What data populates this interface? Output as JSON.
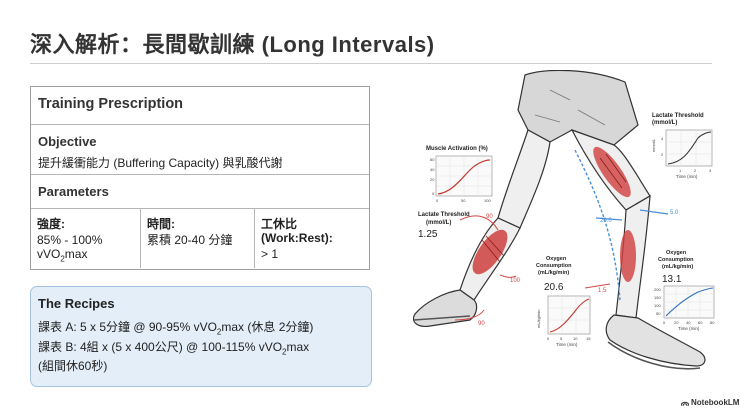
{
  "title": "深入解析：長間歇訓練 (Long Intervals)",
  "prescription": {
    "heading": "Training Prescription",
    "objective_label": "Objective",
    "objective_text": "提升緩衝能力 (Buffering Capacity) 與乳酸代謝",
    "parameters_label": "Parameters",
    "intensity_label": "強度:",
    "intensity_value_line1": "85% - 100%",
    "intensity_value_line2": "vVO",
    "intensity_value_sub": "2",
    "intensity_value_suffix": "max",
    "time_label": "時間:",
    "time_value": "累積 20-40 分鐘",
    "ratio_label_line1": "工休比",
    "ratio_label_line2": "(Work:Rest):",
    "ratio_value": "> 1"
  },
  "recipes": {
    "title": "The Recipes",
    "a_prefix": "課表 A: 5 x 5分鐘 @ 90-95% vVO",
    "a_sub": "2",
    "a_suffix": "max (休息 2分鐘)",
    "b_prefix": "課表 B: 4組 x (5 x 400公尺) @ 100-115% vVO",
    "b_sub": "2",
    "b_suffix": "max",
    "b_line2": "(組間休60秒)"
  },
  "illustration": {
    "muscle_chart_title": "Muscle Activation (%)",
    "muscle_chart_y_ticks": [
      "60",
      "40",
      "20",
      "0"
    ],
    "muscle_chart_x_ticks": [
      "0",
      "50",
      "100"
    ],
    "lactate_label_line1": "Lactate Threshold",
    "lactate_label_line2": "(mmol/L)",
    "lactate_value": "1.25",
    "lactate_chart_title_line1": "Lactate Threshold",
    "lactate_chart_title_line2": "(mmol/L)",
    "lactate_chart_ylabel": "mmol/L",
    "lactate_chart_y_ticks": [
      "4",
      "2"
    ],
    "lactate_chart_x_ticks": [
      "1",
      "2",
      "3"
    ],
    "lactate_chart_xlabel": "Time (min)",
    "oxygen_left_label_line1": "Oxygen",
    "oxygen_left_label_line2": "Consumption",
    "oxygen_left_label_line3": "(mL/kg/min)",
    "oxygen_left_value": "20.6",
    "oxygen_left_ylabel": "mL/kg/min",
    "oxygen_left_x_ticks": [
      "0",
      "5",
      "10",
      "15"
    ],
    "oxygen_left_xlabel": "Time (min)",
    "oxygen_right_label_line1": "Oxygen",
    "oxygen_right_label_line2": "Consumption",
    "oxygen_right_label_line3": "(mL/kg/min)",
    "oxygen_right_value": "13.1",
    "oxygen_right_y_ticks": [
      "200",
      "150",
      "100",
      "50"
    ],
    "oxygen_right_x_ticks": [
      "0",
      "20",
      "40",
      "60",
      "80"
    ],
    "oxygen_right_xlabel": "Time (min)",
    "marker_90_top": "90",
    "marker_100": "100",
    "marker_90_bottom": "90",
    "marker_20": "20.0",
    "marker_5": "5.0",
    "marker_1_5": "1.5"
  },
  "brand": "NotebookLM"
}
